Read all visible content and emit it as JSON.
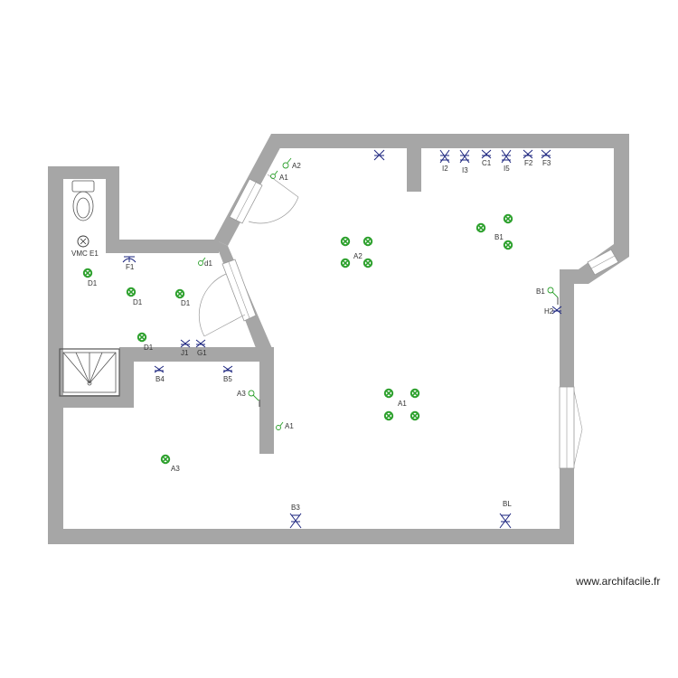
{
  "colors": {
    "wall": "#a6a6a6",
    "light_green": "#2ca02c",
    "outlet_blue": "#1a237e",
    "switch_green": "#2ca02c"
  },
  "watermark": "www.archifacile.fr",
  "labels": {
    "vmc": "VMC",
    "e1": "E1",
    "f1": "F1",
    "d1_switch": "d1",
    "d1_a": "D1",
    "d1_b": "D1",
    "d1_c": "D1",
    "d1_d": "D1",
    "j1": "J1",
    "g1": "G1",
    "b4": "B4",
    "b5": "B5",
    "a3_switch": "A3",
    "a1_switch": "A1",
    "a3_light": "A3",
    "b3": "B3",
    "bl": "BL",
    "a2_switch": "A2",
    "a1_switch_top": "A1",
    "a2_light": "A2",
    "a1_light": "A1",
    "b1_light": "B1",
    "b1_switch": "B1",
    "h2": "H2",
    "i2": "I2",
    "i3": "I3",
    "c1": "C1",
    "i5": "I5",
    "f2": "F2",
    "f3": "F3"
  }
}
